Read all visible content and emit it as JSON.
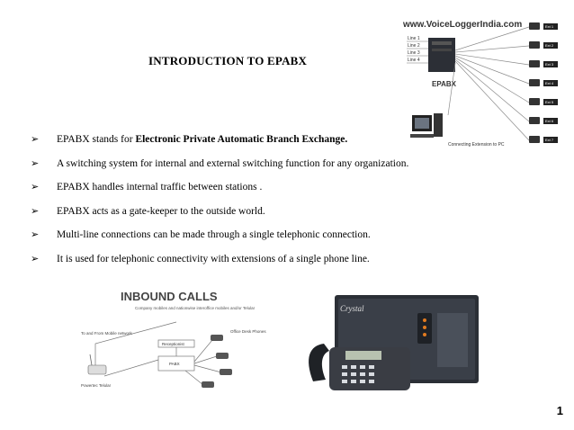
{
  "slide": {
    "title": "INTRODUCTION TO EPABX",
    "page_number": "1"
  },
  "bullets": [
    {
      "prefix": "EPABX stands  for ",
      "bold": "Electronic Private Automatic Branch Exchange."
    },
    {
      "prefix": "A switching system for internal and external switching function for any organization.",
      "bold": ""
    },
    {
      "prefix": "EPABX handles internal traffic between stations .",
      "bold": ""
    },
    {
      "prefix": "EPABX acts as a gate-keeper to the outside world.",
      "bold": ""
    },
    {
      "prefix": "Multi-line connections can be made through a single telephonic connection.",
      "bold": ""
    },
    {
      "prefix": "It is used for telephonic connectivity with extensions of a single phone line.",
      "bold": ""
    }
  ],
  "diagram": {
    "website": "www.VoiceLoggerIndia.com",
    "box_label": "EPABX",
    "caption": "Connecting Extension to PC",
    "lines": [
      "Line 1",
      "Line 2",
      "Line 3",
      "Line 4"
    ],
    "extensions": [
      "Ext 1",
      "Ext 2",
      "Ext 3",
      "Ext 4",
      "Ext 5",
      "Ext 6",
      "Ext 7"
    ]
  },
  "inbound": {
    "title": "INBOUND CALLS",
    "subtitle": "Company mobiles  and nationwise interoffice mobiles and/or Telular",
    "left_label": "To and From Mobile network",
    "receptionist": "Receptionist",
    "pabx": "PABX",
    "office_phones": "Office Desk Phones",
    "powertec": "Powertec Telular"
  },
  "product": {
    "brand": "Crystal"
  },
  "colors": {
    "background": "#ffffff",
    "text": "#000000",
    "pbx_body": "#2b2f36",
    "phone_body": "#3a3d44"
  }
}
